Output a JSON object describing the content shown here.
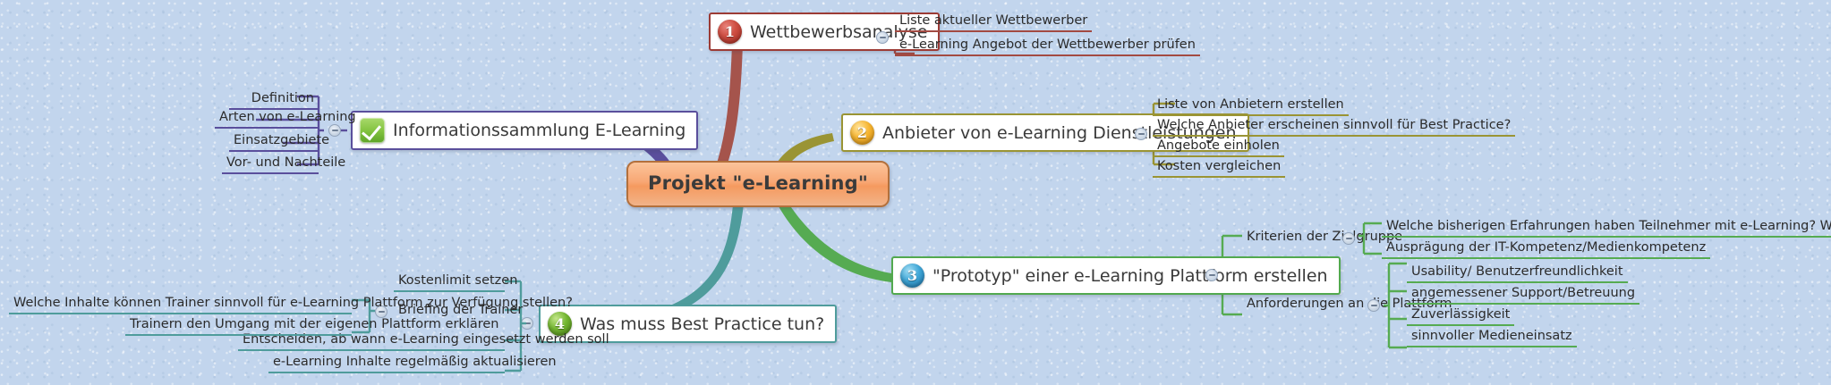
{
  "app": {
    "type": "mind-map",
    "background_color": "#c2d5ed",
    "title": "Projekt \"e-Learning\""
  },
  "root": {
    "label": "Projekt \"e-Learning\"",
    "fill": "#f8a774",
    "border": "#b3703c"
  },
  "branches": [
    {
      "id": "wettbewerbsanalyse",
      "label": "Wettbewerbsanalyse",
      "icon": "numbered-badge-1",
      "badge": "1",
      "color": "#a34a42",
      "toggle": "collapse-minus",
      "children": [
        {
          "label": "Liste aktueller Wettbewerber"
        },
        {
          "label": "e-Learning Angebot der Wettbewerber prüfen"
        }
      ]
    },
    {
      "id": "informationssammlung",
      "label": "Informationssammlung E-Learning",
      "icon": "green-check-icon",
      "color": "#5a4f9c",
      "toggle": "collapse-minus",
      "children": [
        {
          "label": "Definition"
        },
        {
          "label": "Arten von e-Learning"
        },
        {
          "label": "Einsatzgebiete"
        },
        {
          "label": "Vor- und Nachteile"
        }
      ]
    },
    {
      "id": "anbieter",
      "label": "Anbieter von e-Learning Dienstleistungen",
      "icon": "numbered-badge-2",
      "badge": "2",
      "color": "#9a9434",
      "toggle": "collapse-minus",
      "children": [
        {
          "label": "Liste von Anbietern erstellen"
        },
        {
          "label": "Welche Anbieter erscheinen sinnvoll für Best Practice?"
        },
        {
          "label": "Angebote einholen"
        },
        {
          "label": "Kosten vergleichen"
        }
      ]
    },
    {
      "id": "prototyp",
      "label": "\"Prototyp\" einer e-Learning Plattform erstellen",
      "icon": "numbered-badge-3",
      "badge": "3",
      "color": "#56ab52",
      "toggle": "collapse-minus",
      "children": [
        {
          "label": "Kriterien der Zielgruppe",
          "toggle": "collapse-minus",
          "children": [
            {
              "label": "Welche bisherigen Erfahrungen haben Teilnehmer mit e-Learning? Welche Standards sind sie gewohnt?"
            },
            {
              "label": "Ausprägung der IT-Kompetenz/Medienkompetenz"
            }
          ]
        },
        {
          "label": "Anforderungen an die Plattform",
          "toggle": "collapse-minus",
          "children": [
            {
              "label": "Usability/ Benutzerfreundlichkeit"
            },
            {
              "label": "angemessener Support/Betreuung"
            },
            {
              "label": "Zuverlässigkeit"
            },
            {
              "label": "sinnvoller Medieneinsatz"
            }
          ]
        }
      ]
    },
    {
      "id": "best-practice",
      "label": "Was muss Best Practice tun?",
      "icon": "numbered-badge-4",
      "badge": "4",
      "color": "#4f9c9c",
      "toggle": "collapse-minus",
      "children": [
        {
          "label": "Kostenlimit setzen"
        },
        {
          "label": "Briefing der Trainer",
          "toggle": "collapse-minus",
          "children": [
            {
              "label": "Welche Inhalte können Trainer sinnvoll für e-Learning Plattform zur Verfügung stellen?"
            },
            {
              "label": "Trainern den Umgang mit der eigenen Plattform erklären"
            }
          ]
        },
        {
          "label": "Entscheiden, ab wann e-Learning eingesetzt werden soll"
        },
        {
          "label": "e-Learning Inhalte regelmäßig aktualisieren"
        }
      ]
    }
  ]
}
